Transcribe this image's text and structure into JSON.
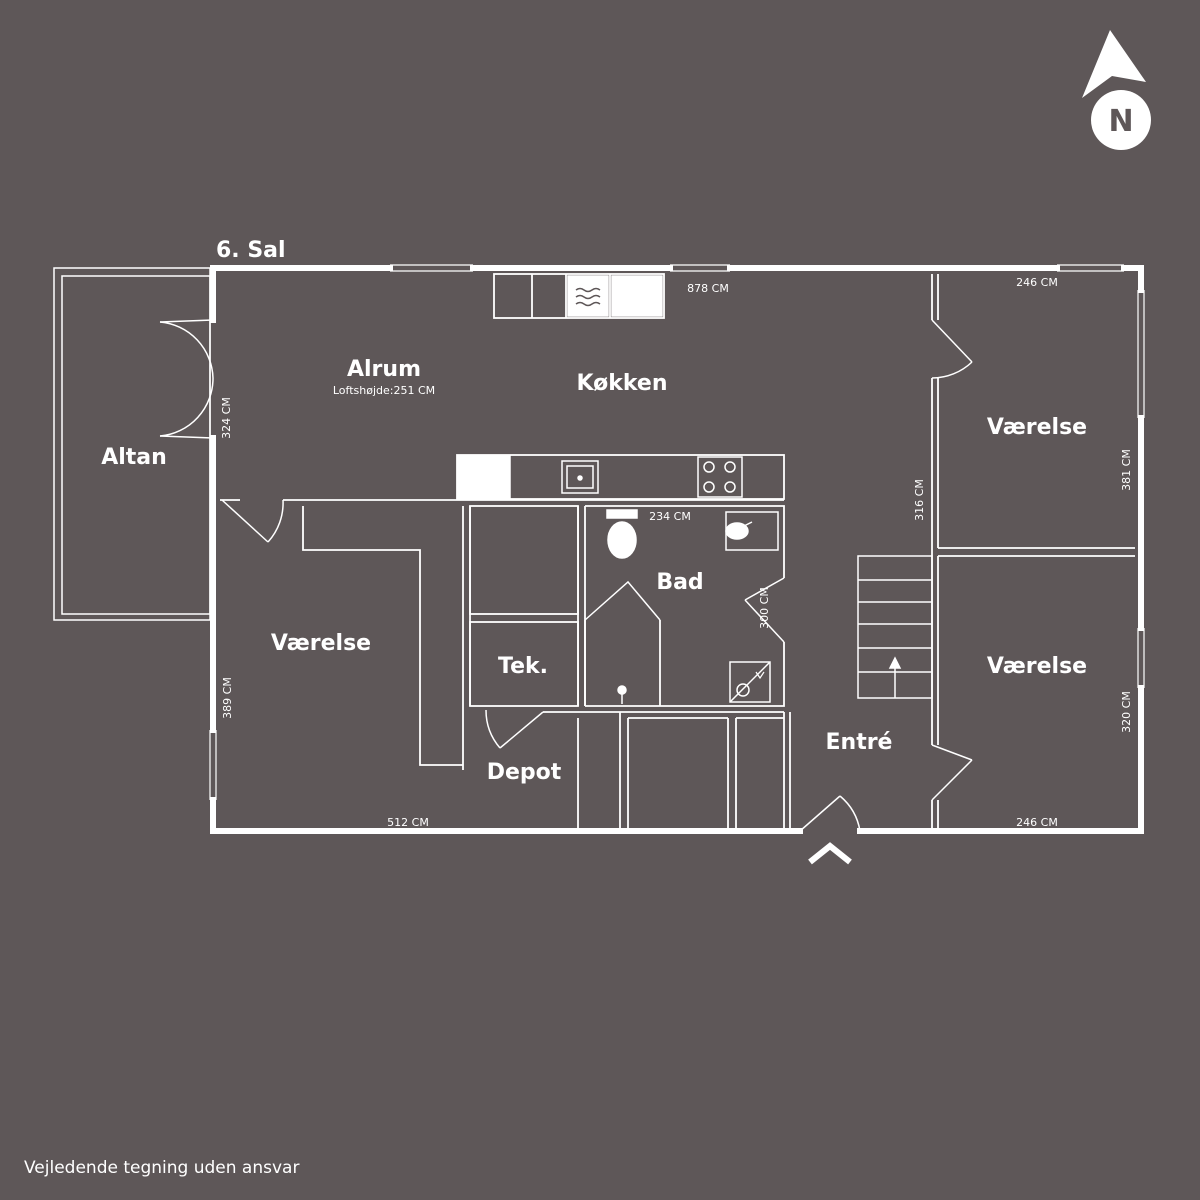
{
  "floor_label": "6. Sal",
  "compass": {
    "letter": "N",
    "icon": "north-arrow-icon"
  },
  "rooms": {
    "altan": "Altan",
    "alrum": "Alrum",
    "ceiling_height": "Loftshøjde:251 CM",
    "kokken": "Køkken",
    "vaerelse_left": "Værelse",
    "vaerelse_top_right": "Værelse",
    "vaerelse_bottom_right": "Værelse",
    "bad": "Bad",
    "tek": "Tek.",
    "depot": "Depot",
    "entre": "Entré"
  },
  "dimensions": {
    "top_878": "878 CM",
    "right_top_246": "246 CM",
    "right_bottom_246": "246 CM",
    "left_324": "324 CM",
    "right_381": "381 CM",
    "stair_316": "316 CM",
    "bad_234": "234 CM",
    "bad_300": "300 CM",
    "left_389": "389 CM",
    "right_320": "320 CM",
    "bottom_512": "512 CM"
  },
  "disclaimer": "Vejledende tegning uden ansvar"
}
